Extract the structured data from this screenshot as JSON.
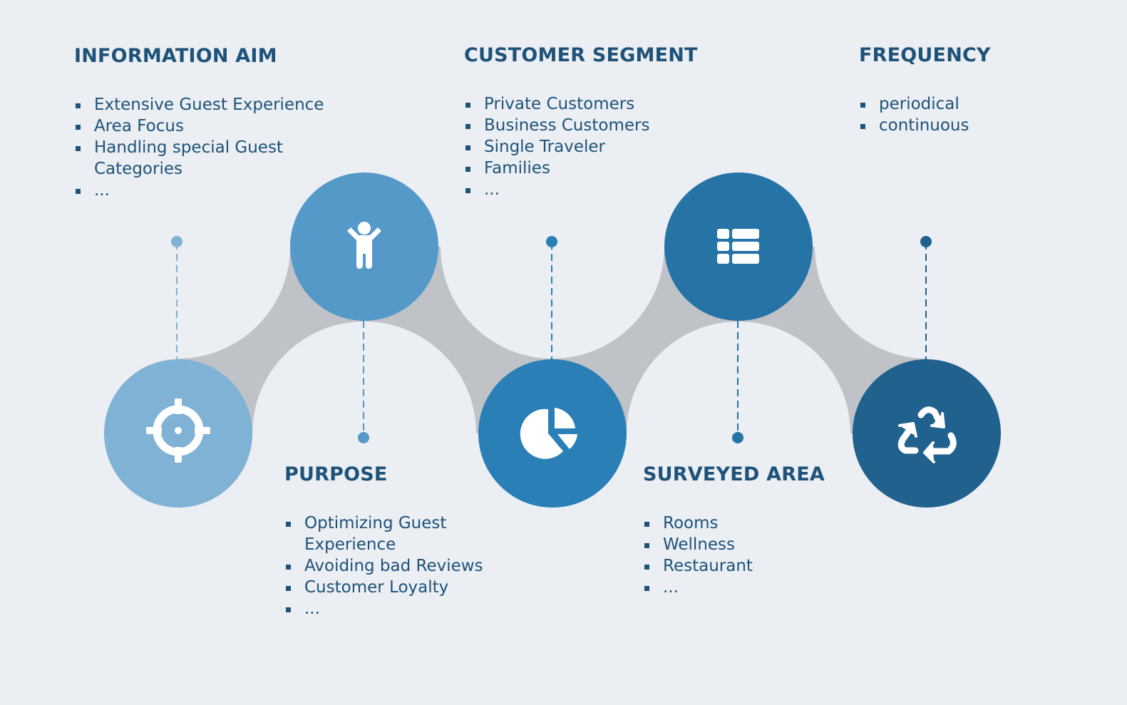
{
  "colors": {
    "background": "#ebeef3",
    "band": "#bfc3c8",
    "text": "#1e5278",
    "icon": "#ffffff",
    "steps": [
      "#80b2d6",
      "#5599c8",
      "#2a7fb7",
      "#2673a6",
      "#20618e"
    ]
  },
  "steps": [
    {
      "title": "INFORMATION AIM",
      "icon": "crosshair-icon",
      "items": [
        "Extensive Guest Experience",
        "Area Focus",
        "Handling special Guest Categories",
        "..."
      ]
    },
    {
      "title": "PURPOSE",
      "icon": "child-icon",
      "items": [
        "Optimizing Guest Experience",
        "Avoiding bad Reviews",
        "Customer Loyalty",
        "..."
      ]
    },
    {
      "title": "CUSTOMER SEGMENT",
      "icon": "pie-chart-icon",
      "items": [
        "Private Customers",
        "Business Customers",
        "Single Traveler",
        "Families",
        "..."
      ]
    },
    {
      "title": "SURVEYED AREA",
      "icon": "list-icon",
      "items": [
        "Rooms",
        "Wellness",
        "Restaurant",
        "..."
      ]
    },
    {
      "title": "FREQUENCY",
      "icon": "recycle-icon",
      "items": [
        "periodical",
        "continuous"
      ]
    }
  ]
}
